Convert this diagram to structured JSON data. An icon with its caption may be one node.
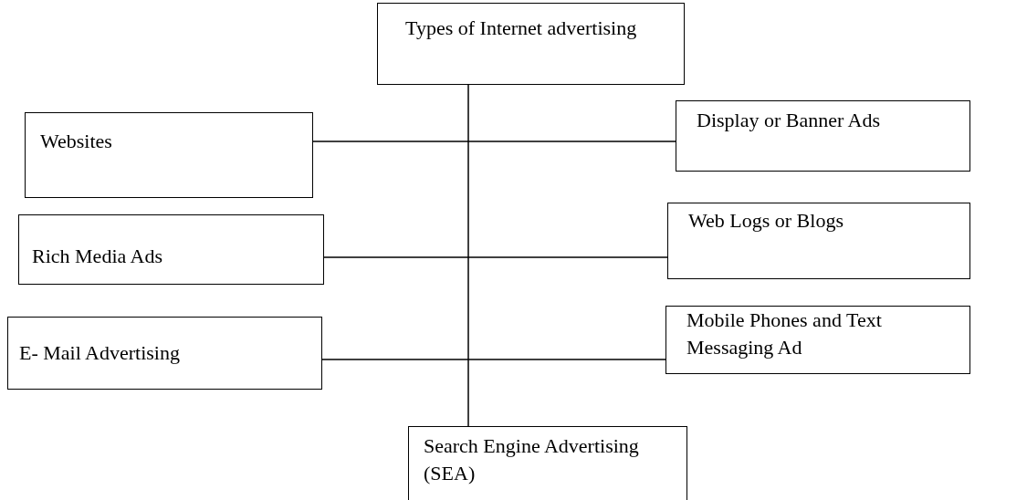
{
  "diagram": {
    "nodes": [
      {
        "text": [
          "Types of Internet advertising"
        ]
      },
      {
        "text": [
          "Websites"
        ]
      },
      {
        "text": [
          "Display or Banner Ads"
        ]
      },
      {
        "text": [
          "Rich Media Ads"
        ]
      },
      {
        "text": [
          "Web Logs or Blogs"
        ]
      },
      {
        "text": [
          "E- Mail Advertising"
        ]
      },
      {
        "text": [
          "Mobile Phones and Text Messaging Ad"
        ]
      },
      {
        "text": [
          "Search Engine Advertising (SEA)"
        ]
      }
    ],
    "edges": [
      {
        "from": 0,
        "to": 7,
        "arrow": "none"
      },
      {
        "from": 1,
        "to": 2,
        "arrow": "none"
      },
      {
        "from": 3,
        "to": 4,
        "arrow": "none"
      },
      {
        "from": 5,
        "to": 6,
        "arrow": "none"
      }
    ]
  }
}
